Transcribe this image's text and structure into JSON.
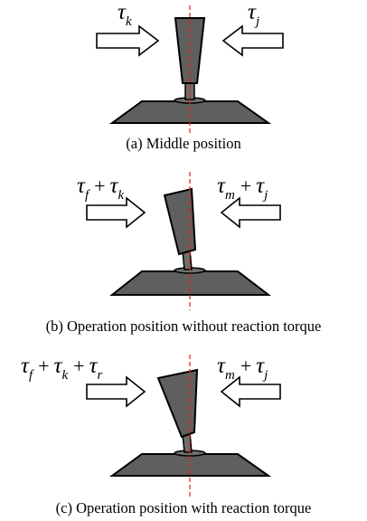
{
  "colors": {
    "body_fill": "#5f5f5f",
    "joint_fill": "#6f6f6f",
    "outline": "#000000",
    "dashed_axis": "#e02020",
    "background": "#ffffff"
  },
  "panels": [
    {
      "id": "a",
      "caption": "(a) Middle position",
      "left_torque": {
        "terms": [
          {
            "sym": "τ",
            "sub": "k"
          }
        ]
      },
      "right_torque": {
        "terms": [
          {
            "sym": "τ",
            "sub": "j"
          }
        ]
      },
      "arrow_left": "right-pointing-arrow-icon",
      "arrow_right": "left-pointing-arrow-icon"
    },
    {
      "id": "b",
      "caption": "(b) Operation position without reaction torque",
      "left_torque": {
        "terms": [
          {
            "sym": "τ",
            "sub": "f"
          },
          {
            "sym": "τ",
            "sub": "k"
          }
        ]
      },
      "right_torque": {
        "terms": [
          {
            "sym": "τ",
            "sub": "m"
          },
          {
            "sym": "τ",
            "sub": "j"
          }
        ]
      },
      "arrow_left": "right-pointing-arrow-icon",
      "arrow_right": "left-pointing-arrow-icon"
    },
    {
      "id": "c",
      "caption": "(c) Operation position with reaction torque",
      "left_torque": {
        "terms": [
          {
            "sym": "τ",
            "sub": "f"
          },
          {
            "sym": "τ",
            "sub": "k"
          },
          {
            "sym": "τ",
            "sub": "r"
          }
        ]
      },
      "right_torque": {
        "terms": [
          {
            "sym": "τ",
            "sub": "m"
          },
          {
            "sym": "τ",
            "sub": "j"
          }
        ]
      },
      "arrow_left": "right-pointing-arrow-icon",
      "arrow_right": "left-pointing-arrow-icon"
    }
  ]
}
